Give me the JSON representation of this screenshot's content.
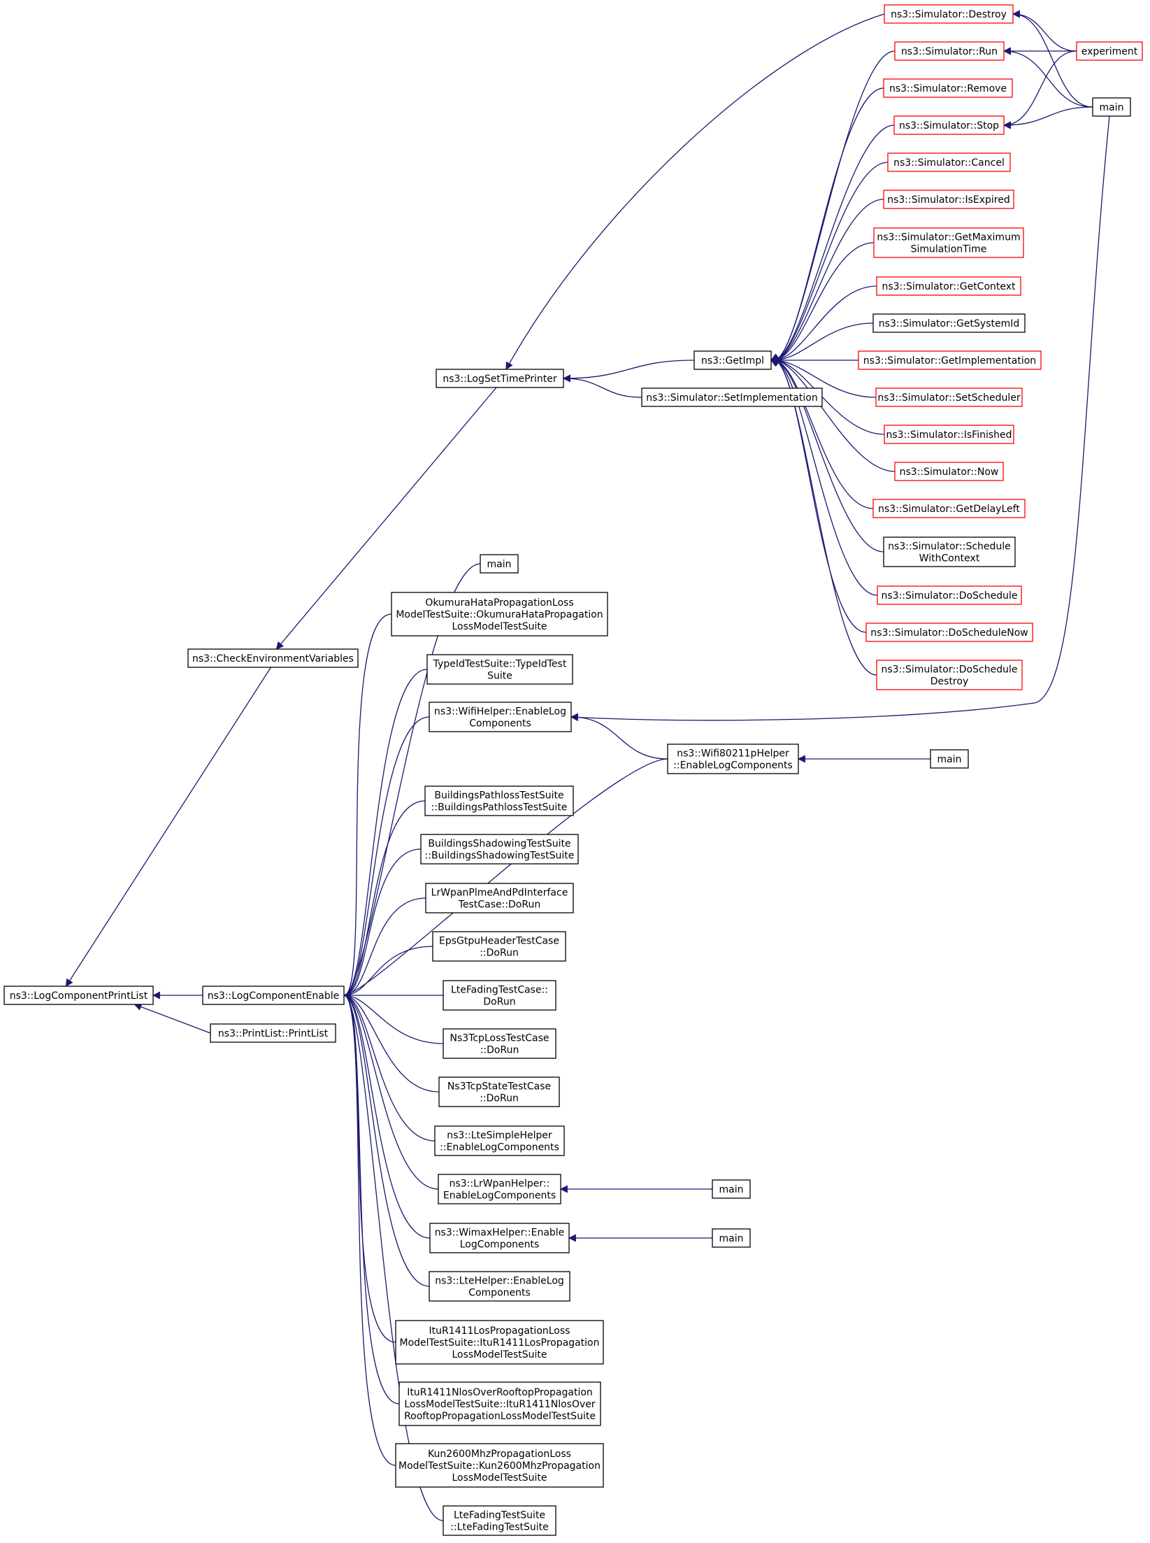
{
  "colors": {
    "edge": "#191970",
    "node_border_default": "#000000",
    "node_border_truncated": "#ff0000",
    "node_fill_root": "#bfbfbf",
    "node_fill": "#ffffff"
  },
  "nodes": {
    "root": {
      "lines": [
        "ns3::LogComponentPrintList"
      ],
      "kind": "root"
    },
    "cev": {
      "lines": [
        "ns3::CheckEnvironmentVariables"
      ],
      "kind": "normal"
    },
    "lce": {
      "lines": [
        "ns3::LogComponentEnable"
      ],
      "kind": "normal"
    },
    "pl": {
      "lines": [
        "ns3::PrintList::PrintList"
      ],
      "kind": "normal"
    },
    "lstp": {
      "lines": [
        "ns3::LogSetTimePrinter"
      ],
      "kind": "normal"
    },
    "getimpl": {
      "lines": [
        "ns3::GetImpl"
      ],
      "kind": "normal"
    },
    "setimpl": {
      "lines": [
        "ns3::Simulator::SetImplementation"
      ],
      "kind": "normal"
    },
    "destroy": {
      "lines": [
        "ns3::Simulator::Destroy"
      ],
      "kind": "truncated"
    },
    "run": {
      "lines": [
        "ns3::Simulator::Run"
      ],
      "kind": "truncated"
    },
    "remove": {
      "lines": [
        "ns3::Simulator::Remove"
      ],
      "kind": "truncated"
    },
    "stop": {
      "lines": [
        "ns3::Simulator::Stop"
      ],
      "kind": "truncated"
    },
    "cancel": {
      "lines": [
        "ns3::Simulator::Cancel"
      ],
      "kind": "truncated"
    },
    "isexpired": {
      "lines": [
        "ns3::Simulator::IsExpired"
      ],
      "kind": "truncated"
    },
    "getmax": {
      "lines": [
        "ns3::Simulator::GetMaximum",
        "SimulationTime"
      ],
      "kind": "truncated"
    },
    "getctx": {
      "lines": [
        "ns3::Simulator::GetContext"
      ],
      "kind": "truncated"
    },
    "getsysid": {
      "lines": [
        "ns3::Simulator::GetSystemId"
      ],
      "kind": "normal"
    },
    "getimplem": {
      "lines": [
        "ns3::Simulator::GetImplementation"
      ],
      "kind": "truncated"
    },
    "setsched": {
      "lines": [
        "ns3::Simulator::SetScheduler"
      ],
      "kind": "truncated"
    },
    "isfinished": {
      "lines": [
        "ns3::Simulator::IsFinished"
      ],
      "kind": "truncated"
    },
    "now": {
      "lines": [
        "ns3::Simulator::Now"
      ],
      "kind": "truncated"
    },
    "getdelay": {
      "lines": [
        "ns3::Simulator::GetDelayLeft"
      ],
      "kind": "truncated"
    },
    "schedctx": {
      "lines": [
        "ns3::Simulator::Schedule",
        "WithContext"
      ],
      "kind": "normal"
    },
    "dosched": {
      "lines": [
        "ns3::Simulator::DoSchedule"
      ],
      "kind": "truncated"
    },
    "doschednow": {
      "lines": [
        "ns3::Simulator::DoScheduleNow"
      ],
      "kind": "truncated"
    },
    "doscheddestroy": {
      "lines": [
        "ns3::Simulator::DoSchedule",
        "Destroy"
      ],
      "kind": "truncated"
    },
    "experiment": {
      "lines": [
        "experiment"
      ],
      "kind": "truncated"
    },
    "main_top": {
      "lines": [
        "main"
      ],
      "kind": "normal"
    },
    "main1": {
      "lines": [
        "main"
      ],
      "kind": "normal"
    },
    "okumura": {
      "lines": [
        "OkumuraHataPropagationLoss",
        "ModelTestSuite::OkumuraHataPropagation",
        "LossModelTestSuite"
      ],
      "kind": "normal"
    },
    "typeid": {
      "lines": [
        "TypeIdTestSuite::TypeIdTest",
        "Suite"
      ],
      "kind": "normal"
    },
    "wifihelper": {
      "lines": [
        "ns3::WifiHelper::EnableLog",
        "Components"
      ],
      "kind": "normal"
    },
    "wifi80211p": {
      "lines": [
        "ns3::Wifi80211pHelper",
        "::EnableLogComponents"
      ],
      "kind": "normal"
    },
    "main_wifi": {
      "lines": [
        "main"
      ],
      "kind": "normal"
    },
    "bldpath": {
      "lines": [
        "BuildingsPathlossTestSuite",
        "::BuildingsPathlossTestSuite"
      ],
      "kind": "normal"
    },
    "bldshadow": {
      "lines": [
        "BuildingsShadowingTestSuite",
        "::BuildingsShadowingTestSuite"
      ],
      "kind": "normal"
    },
    "lrwpanplme": {
      "lines": [
        "LrWpanPlmeAndPdInterface",
        "TestCase::DoRun"
      ],
      "kind": "normal"
    },
    "epsgtpu": {
      "lines": [
        "EpsGtpuHeaderTestCase",
        "::DoRun"
      ],
      "kind": "normal"
    },
    "ltefadingcase": {
      "lines": [
        "LteFadingTestCase::",
        "DoRun"
      ],
      "kind": "normal"
    },
    "ns3tcploss": {
      "lines": [
        "Ns3TcpLossTestCase",
        "::DoRun"
      ],
      "kind": "normal"
    },
    "ns3tcpstate": {
      "lines": [
        "Ns3TcpStateTestCase",
        "::DoRun"
      ],
      "kind": "normal"
    },
    "ltesimple": {
      "lines": [
        "ns3::LteSimpleHelper",
        "::EnableLogComponents"
      ],
      "kind": "normal"
    },
    "lrwpanhelper": {
      "lines": [
        "ns3::LrWpanHelper::",
        "EnableLogComponents"
      ],
      "kind": "normal"
    },
    "main_lrwpan": {
      "lines": [
        "main"
      ],
      "kind": "normal"
    },
    "wimax": {
      "lines": [
        "ns3::WimaxHelper::Enable",
        "LogComponents"
      ],
      "kind": "normal"
    },
    "main_wimax": {
      "lines": [
        "main"
      ],
      "kind": "normal"
    },
    "ltehelper": {
      "lines": [
        "ns3::LteHelper::EnableLog",
        "Components"
      ],
      "kind": "normal"
    },
    "itulos": {
      "lines": [
        "ItuR1411LosPropagationLoss",
        "ModelTestSuite::ItuR1411LosPropagation",
        "LossModelTestSuite"
      ],
      "kind": "normal"
    },
    "itunlos": {
      "lines": [
        "ItuR1411NlosOverRooftopPropagation",
        "LossModelTestSuite::ItuR1411NlosOver",
        "RooftopPropagationLossModelTestSuite"
      ],
      "kind": "normal"
    },
    "kun": {
      "lines": [
        "Kun2600MhzPropagationLoss",
        "ModelTestSuite::Kun2600MhzPropagation",
        "LossModelTestSuite"
      ],
      "kind": "normal"
    },
    "ltefadingsuite": {
      "lines": [
        "LteFadingTestSuite",
        "::LteFadingTestSuite"
      ],
      "kind": "normal"
    }
  },
  "edges": [
    [
      "cev",
      "root"
    ],
    [
      "lce",
      "root"
    ],
    [
      "pl",
      "root"
    ],
    [
      "lstp",
      "cev"
    ],
    [
      "getimpl",
      "lstp"
    ],
    [
      "setimpl",
      "lstp"
    ],
    [
      "destroy",
      "lstp"
    ],
    [
      "run",
      "getimpl"
    ],
    [
      "remove",
      "getimpl"
    ],
    [
      "stop",
      "getimpl"
    ],
    [
      "cancel",
      "getimpl"
    ],
    [
      "isexpired",
      "getimpl"
    ],
    [
      "getmax",
      "getimpl"
    ],
    [
      "getctx",
      "getimpl"
    ],
    [
      "getsysid",
      "getimpl"
    ],
    [
      "getimplem",
      "getimpl"
    ],
    [
      "setsched",
      "getimpl"
    ],
    [
      "isfinished",
      "getimpl"
    ],
    [
      "now",
      "getimpl"
    ],
    [
      "getdelay",
      "getimpl"
    ],
    [
      "schedctx",
      "getimpl"
    ],
    [
      "dosched",
      "getimpl"
    ],
    [
      "doschednow",
      "getimpl"
    ],
    [
      "doscheddestroy",
      "getimpl"
    ],
    [
      "experiment",
      "destroy"
    ],
    [
      "main_top",
      "destroy"
    ],
    [
      "experiment",
      "run"
    ],
    [
      "main_top",
      "run"
    ],
    [
      "experiment",
      "stop"
    ],
    [
      "main_top",
      "stop"
    ],
    [
      "main_top",
      "wifihelper"
    ],
    [
      "main1",
      "lce"
    ],
    [
      "okumura",
      "lce"
    ],
    [
      "typeid",
      "lce"
    ],
    [
      "wifihelper",
      "lce"
    ],
    [
      "wifi80211p",
      "lce"
    ],
    [
      "bldpath",
      "lce"
    ],
    [
      "bldshadow",
      "lce"
    ],
    [
      "lrwpanplme",
      "lce"
    ],
    [
      "epsgtpu",
      "lce"
    ],
    [
      "ltefadingcase",
      "lce"
    ],
    [
      "ns3tcploss",
      "lce"
    ],
    [
      "ns3tcpstate",
      "lce"
    ],
    [
      "ltesimple",
      "lce"
    ],
    [
      "lrwpanhelper",
      "lce"
    ],
    [
      "wimax",
      "lce"
    ],
    [
      "ltehelper",
      "lce"
    ],
    [
      "itulos",
      "lce"
    ],
    [
      "itunlos",
      "lce"
    ],
    [
      "kun",
      "lce"
    ],
    [
      "ltefadingsuite",
      "lce"
    ],
    [
      "wifi80211p",
      "wifihelper"
    ],
    [
      "main_wifi",
      "wifi80211p"
    ],
    [
      "main_lrwpan",
      "lrwpanhelper"
    ],
    [
      "main_wimax",
      "wimax"
    ]
  ]
}
